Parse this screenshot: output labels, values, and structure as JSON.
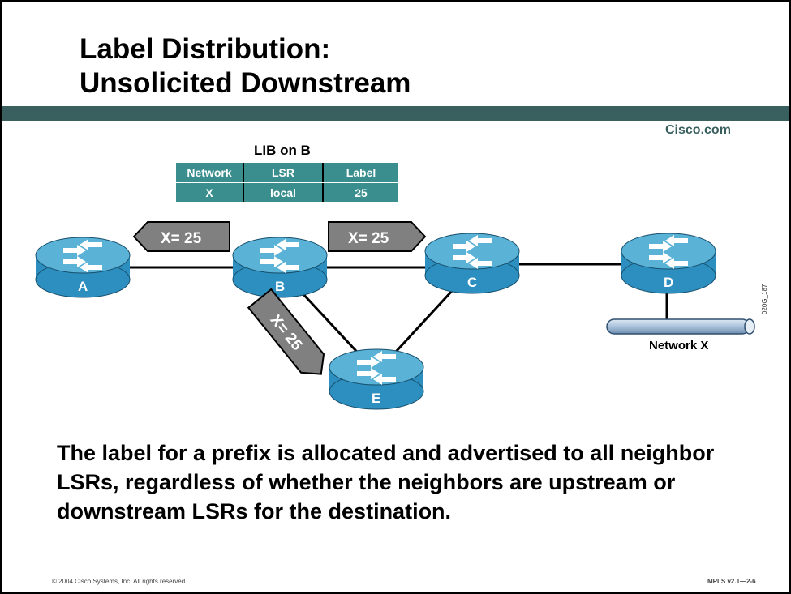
{
  "slide": {
    "title_line1": "Label Distribution:",
    "title_line2": "Unsolicited Downstream",
    "brand": "Cisco.com",
    "body_text": "The label for a prefix is allocated and advertised to all neighbor LSRs, regardless of whether the neighbors are upstream or downstream LSRs for the destination.",
    "slide_code": "020G_187",
    "copyright": "© 2004 Cisco Systems, Inc. All rights reserved.",
    "footer_ref": "MPLS v2.1—2-6"
  },
  "lib": {
    "title": "LIB on B",
    "headers": [
      "Network",
      "LSR",
      "Label"
    ],
    "row": [
      "X",
      "local",
      "25"
    ]
  },
  "routers": {
    "a": "A",
    "b": "B",
    "c": "C",
    "d": "D",
    "e": "E"
  },
  "advertisements": {
    "to_a": "X= 25",
    "to_c": "X= 25",
    "to_e": "X= 25"
  },
  "network": {
    "label": "Network X"
  },
  "colors": {
    "teal": "#3a8e8e",
    "header_bar": "#3a5f5f",
    "router": "#2c8fbf",
    "router_top": "#5ab2d6",
    "flag": "#808080",
    "pipe": "#a9c2dc"
  }
}
